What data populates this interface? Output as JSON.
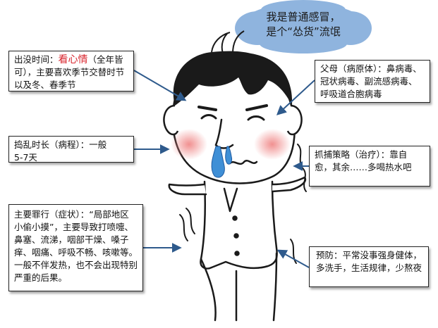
{
  "bubble": {
    "line1": "我是普通感冒，",
    "line2": "是个“怂货”流氓"
  },
  "appear": {
    "prefix": "出没时间：",
    "highlight": "看心情",
    "rest": "（全年皆可），主要喜欢季节交替时节以及冬、春季节"
  },
  "parents": {
    "text": "父母（病原体）：鼻病毒、冠状病毒、副流感病毒、呼吸道合胞病毒"
  },
  "duration": {
    "line1": "捣乱时长（病程）：一般",
    "line2": "5-7天"
  },
  "treatment": {
    "text": "抓捕策略（治疗）：靠自愈，其余……多喝热水吧"
  },
  "symptoms": {
    "text": "主要罪行（症状）：“局部地区小偷小摸”，主要导致打喷嚏、鼻塞、流涕，咽部干燥、嗓子痒、咽痛、呼吸不畅、咳嗽等。一般不伴发热，也不会出现特别严重的后果。"
  },
  "prevention": {
    "text": "预防：平常没事强身健体，多洗手，生活规律，少熬夜"
  },
  "colors": {
    "bubble_fill": "#8fb4de",
    "highlight_red": "#d8262e",
    "arrow": "#2e5a8c",
    "cheek": "#f08a8a",
    "snot": "#3f8fd6"
  }
}
